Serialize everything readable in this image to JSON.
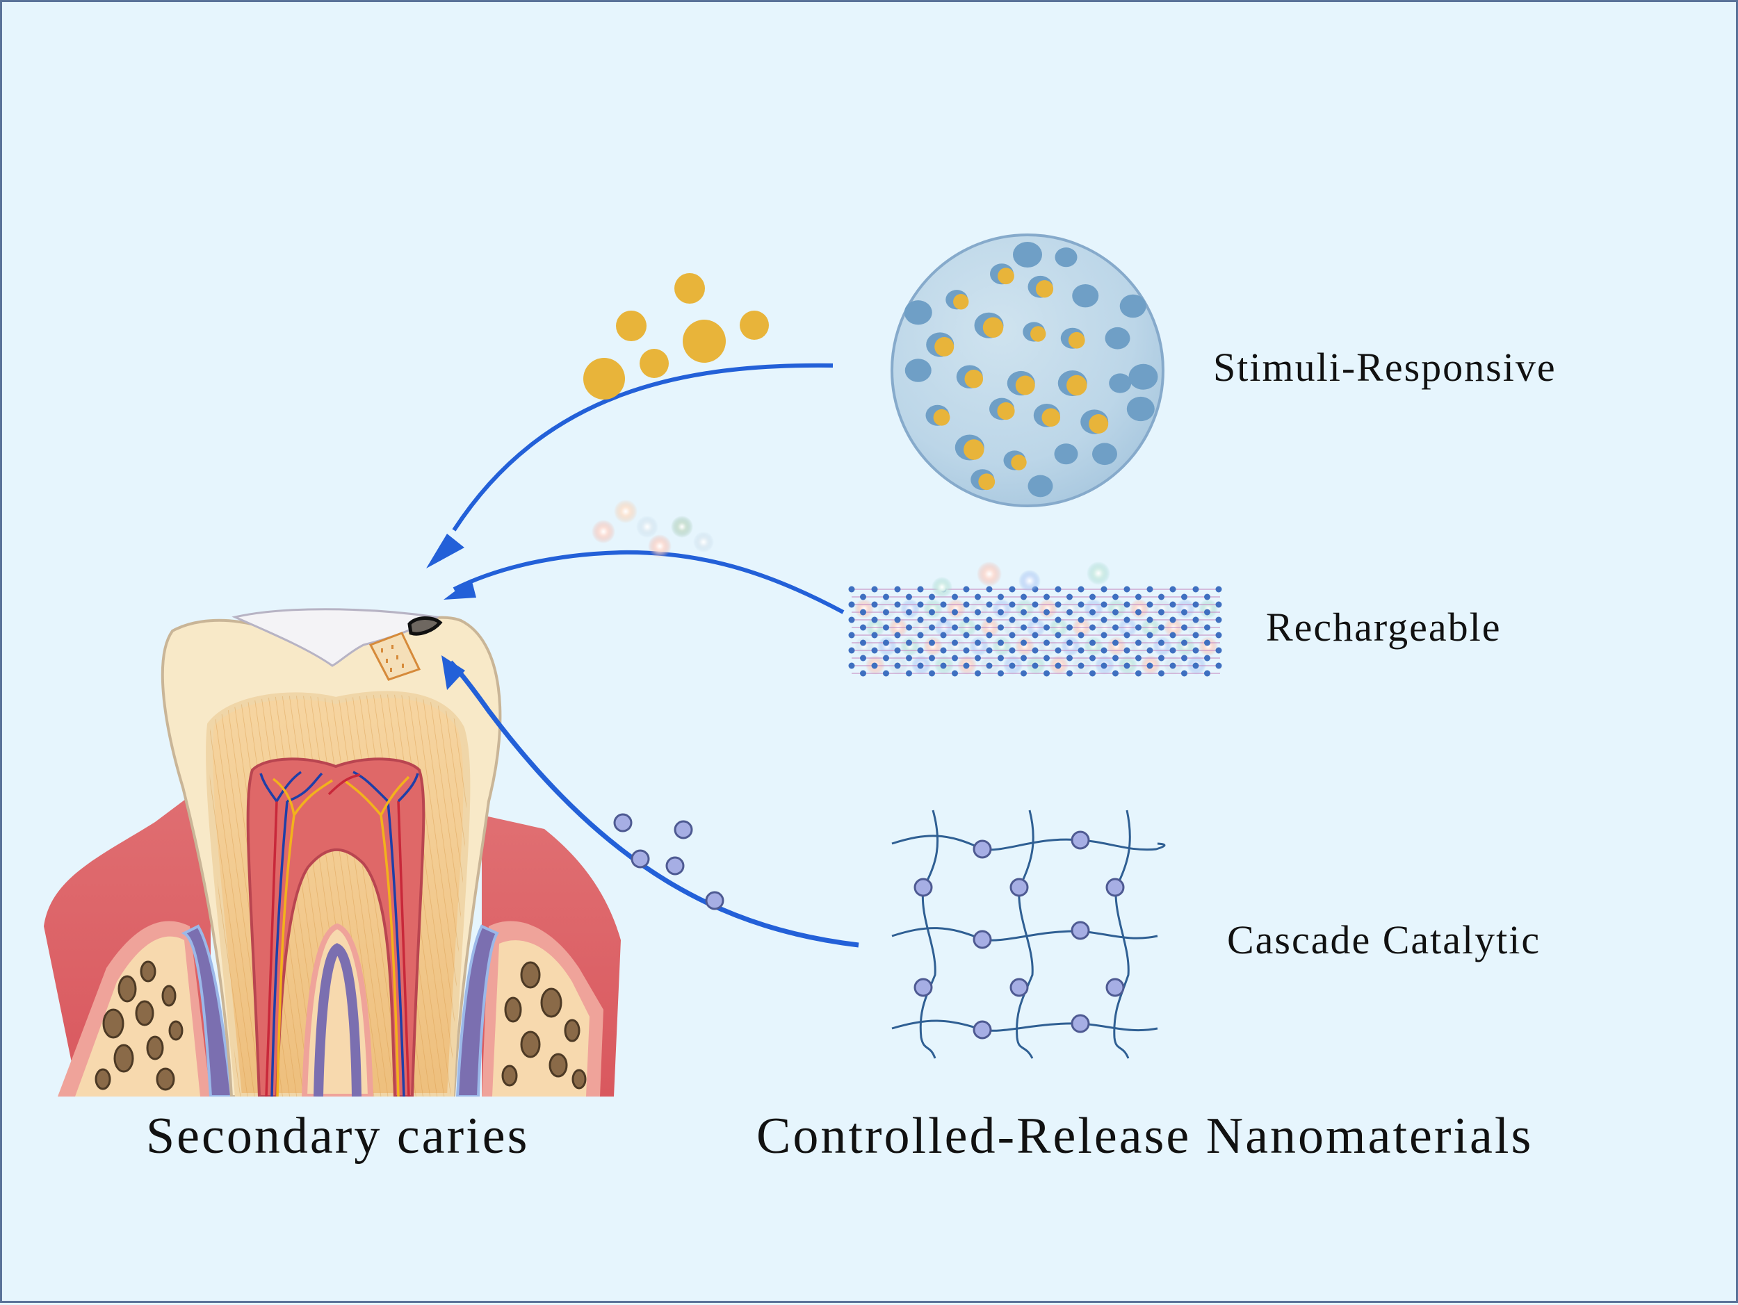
{
  "figure": {
    "title_left": "Secondary caries",
    "title_right": "Controlled-Release Nanomaterials",
    "background_color": "#e6f5fd",
    "arrow_color": "#2360d8"
  },
  "materials": [
    {
      "id": "stimuli",
      "label": "Stimuli-Responsive",
      "icon": "porous-sphere-icon",
      "cargo": "yellow-particles",
      "cargo_color": "#e8b43a"
    },
    {
      "id": "recharge",
      "label": "Rechargeable",
      "icon": "nanotube-icon",
      "cargo": "glowing-ions",
      "cargo_colors": [
        "#f0a898",
        "#8fd0c4",
        "#7fa8ea",
        "#f2c3a0"
      ]
    },
    {
      "id": "cascade",
      "label": "Cascade Catalytic",
      "icon": "hydrogel-network-icon",
      "cargo": "lavender-nodes",
      "cargo_color": "#a6aee4"
    }
  ],
  "tooth": {
    "name": "tooth-cross-section",
    "lesion": "secondary-caries-lesion"
  }
}
